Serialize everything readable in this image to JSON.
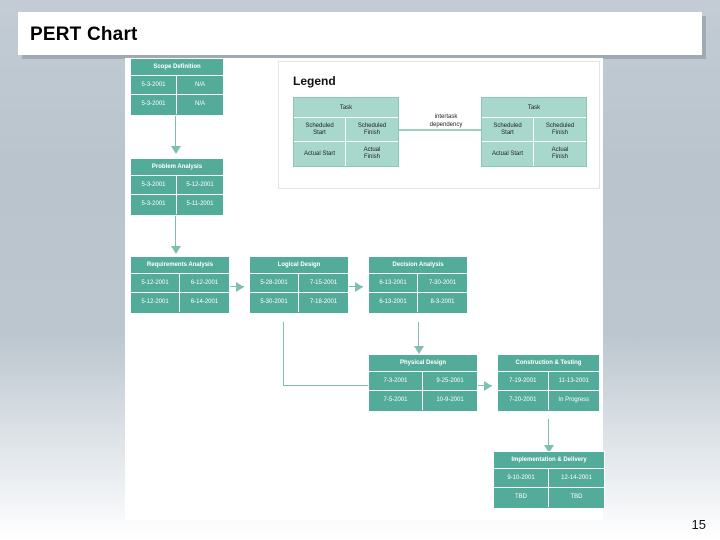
{
  "slide": {
    "title": "PERT Chart",
    "page_number": "15",
    "background_color": "#bcc6ce",
    "task_color": "#53ab9a",
    "legend_task_color": "#a8d7cb",
    "connector_color": "#7fbfb1"
  },
  "legend": {
    "title": "Legend",
    "dependency_label": "intertask\ndependency",
    "dependency_label_line1": "intertask",
    "dependency_label_line2": "dependency",
    "box_left": {
      "header": "Task",
      "scheduled_start": "Scheduled\nStart",
      "scheduled_start_l1": "Scheduled",
      "scheduled_start_l2": "Start",
      "scheduled_finish_l1": "Scheduled",
      "scheduled_finish_l2": "Finish",
      "actual_start": "Actual Start",
      "actual_finish_l1": "Actual",
      "actual_finish_l2": "Finish"
    },
    "box_right": {
      "header": "Task",
      "scheduled_start_l1": "Scheduled",
      "scheduled_start_l2": "Start",
      "scheduled_finish_l1": "Scheduled",
      "scheduled_finish_l2": "Finish",
      "actual_start": "Actual Start",
      "actual_finish_l1": "Actual",
      "actual_finish_l2": "Finish"
    }
  },
  "chart_data": {
    "type": "diagram",
    "title": "PERT Chart",
    "node_fields": [
      "scheduled_start",
      "scheduled_finish",
      "actual_start",
      "actual_finish"
    ],
    "nodes": [
      {
        "id": "scope-definition",
        "name": "Scope Definition",
        "scheduled_start": "5-3-2001",
        "scheduled_finish": "N/A",
        "actual_start": "5-3-2001",
        "actual_finish": "N/A"
      },
      {
        "id": "problem-analysis",
        "name": "Problem Analysis",
        "scheduled_start": "5-3-2001",
        "scheduled_finish": "5-12-2001",
        "actual_start": "5-3-2001",
        "actual_finish": "5-11-2001"
      },
      {
        "id": "requirements-analysis",
        "name": "Requirements Analysis",
        "scheduled_start": "5-12-2001",
        "scheduled_finish": "6-12-2001",
        "actual_start": "5-12-2001",
        "actual_finish": "6-14-2001"
      },
      {
        "id": "logical-design",
        "name": "Logical Design",
        "scheduled_start": "5-28-2001",
        "scheduled_finish": "7-15-2001",
        "actual_start": "5-30-2001",
        "actual_finish": "7-18-2001"
      },
      {
        "id": "decision-analysis",
        "name": "Decision Analysis",
        "scheduled_start": "6-13-2001",
        "scheduled_finish": "7-30-2001",
        "actual_start": "6-13-2001",
        "actual_finish": "8-3-2001"
      },
      {
        "id": "physical-design",
        "name": "Physical Design",
        "scheduled_start": "7-3-2001",
        "scheduled_finish": "9-25-2001",
        "actual_start": "7-5-2001",
        "actual_finish": "10-9-2001"
      },
      {
        "id": "construction-testing",
        "name": "Construction & Testing",
        "scheduled_start": "7-19-2001",
        "scheduled_finish": "11-13-2001",
        "actual_start": "7-20-2001",
        "actual_finish": "In Progress"
      },
      {
        "id": "implementation-delivery",
        "name": "Implementation & Delivery",
        "scheduled_start": "9-10-2001",
        "scheduled_finish": "12-14-2001",
        "actual_start": "TBD",
        "actual_finish": "TBD"
      }
    ],
    "edges": [
      {
        "from": "scope-definition",
        "to": "problem-analysis"
      },
      {
        "from": "problem-analysis",
        "to": "requirements-analysis"
      },
      {
        "from": "requirements-analysis",
        "to": "logical-design"
      },
      {
        "from": "logical-design",
        "to": "decision-analysis"
      },
      {
        "from": "decision-analysis",
        "to": "physical-design"
      },
      {
        "from": "logical-design",
        "to": "physical-design"
      },
      {
        "from": "physical-design",
        "to": "construction-testing"
      },
      {
        "from": "construction-testing",
        "to": "implementation-delivery"
      }
    ]
  }
}
